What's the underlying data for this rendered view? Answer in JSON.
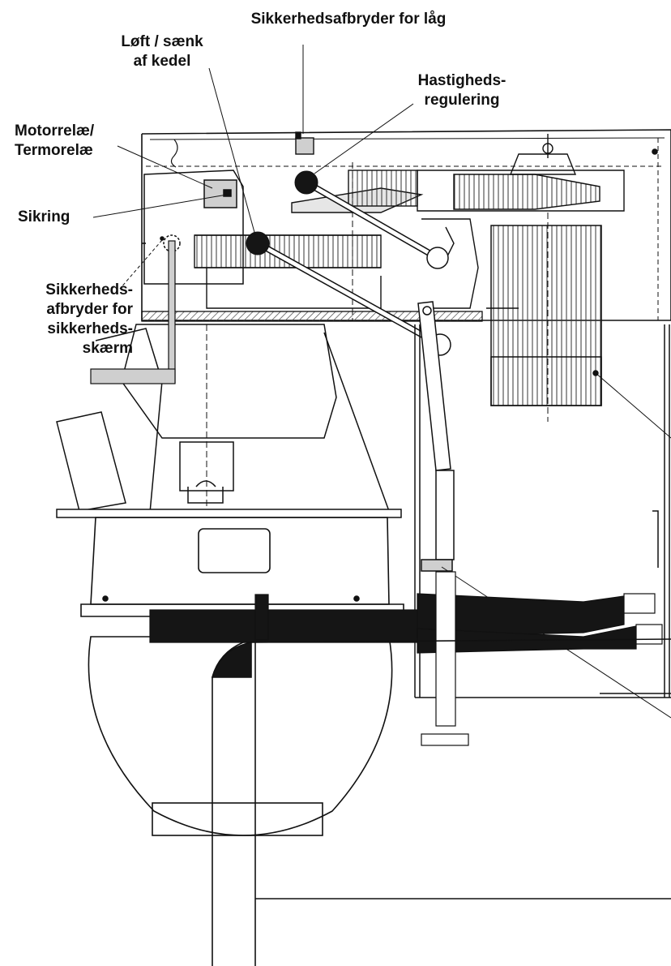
{
  "labels": {
    "lid_safety_switch": "Sikkerhedsafbryder for låg",
    "lift_lower_line1": "Løft / sænk",
    "lift_lower_line2": "af kedel",
    "speed_line1": "Hastigheds-",
    "speed_line2": "regulering",
    "motor_relay_line1": "Motorrelæ/",
    "motor_relay_line2": "Termorelæ",
    "fuse": "Sikring",
    "guard_switch_line1": "Sikkerheds-",
    "guard_switch_line2": "afbryder for",
    "guard_switch_line3": "sikkerheds-",
    "guard_switch_line4": "skærm"
  },
  "colors": {
    "ink": "#111111",
    "fill_dark": "#151515",
    "fill_grey": "#cfcfcf",
    "hatch": "#555555"
  }
}
